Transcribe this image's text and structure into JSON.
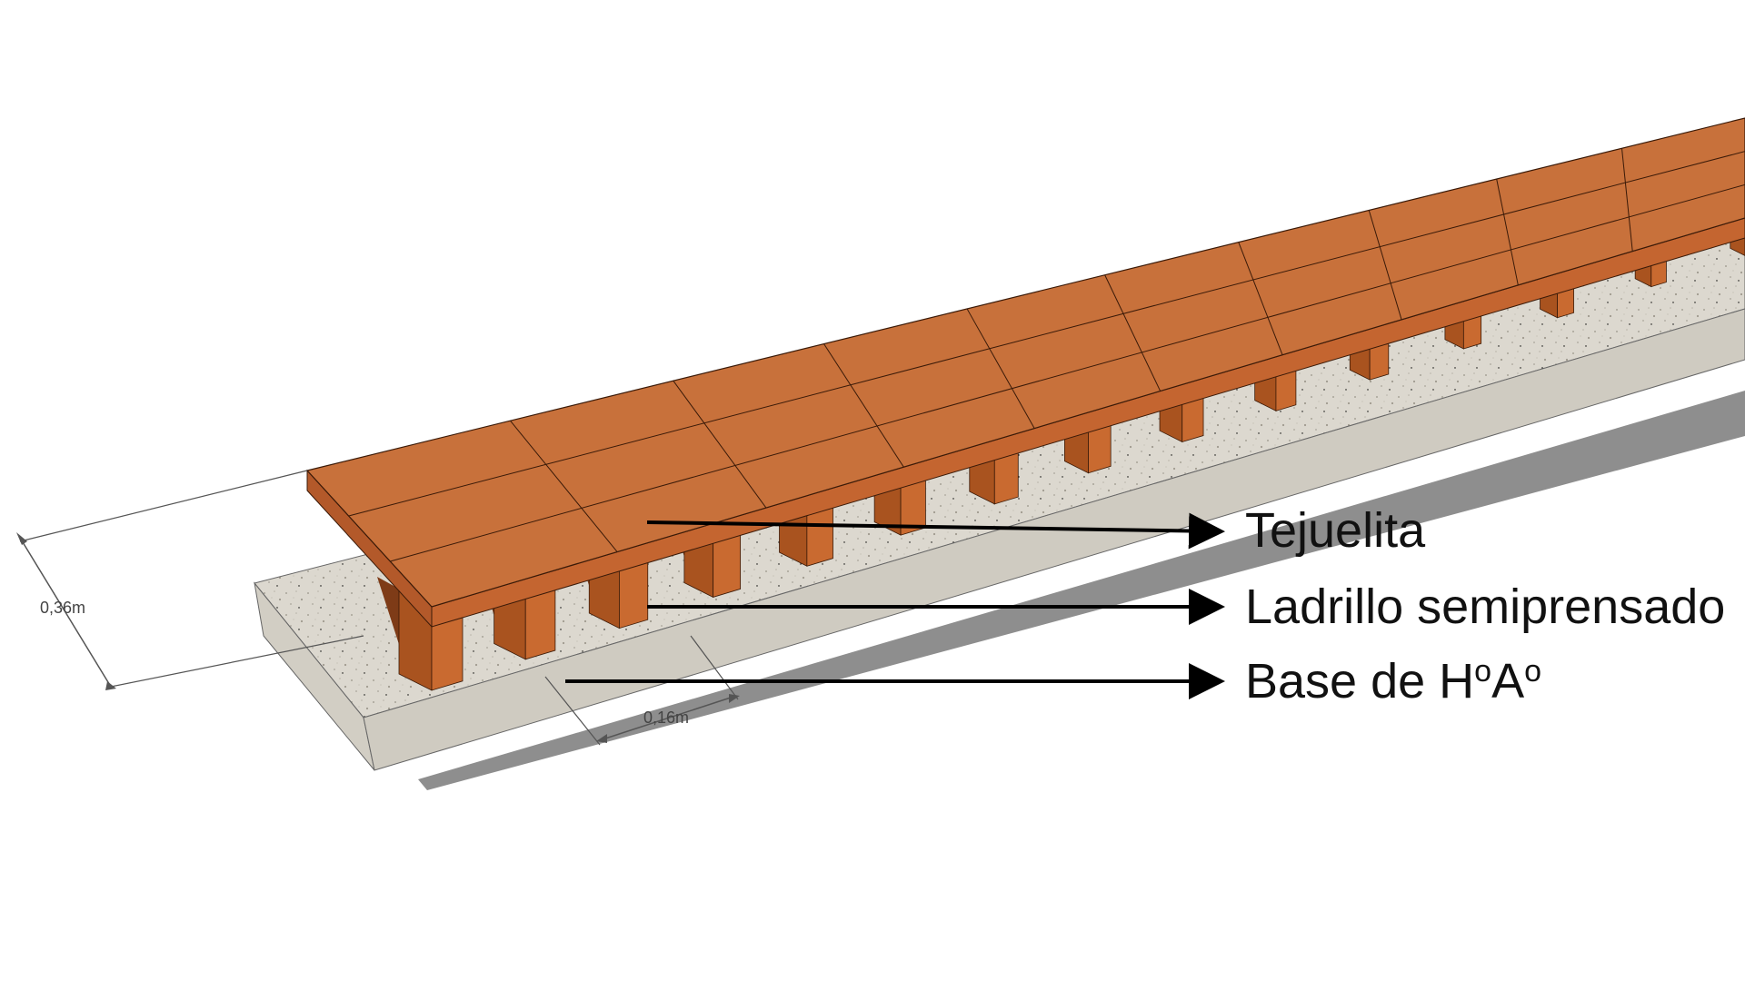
{
  "labels": {
    "tejuelita": "Tejuelita",
    "ladrillo": "Ladrillo semiprensado",
    "base": "Base de H",
    "base_sup_1": "o",
    "base_mid": "A",
    "base_sup_2": "o"
  },
  "dimensions": {
    "height": "0,36m",
    "spacing": "0,16m"
  },
  "colors": {
    "brick_top": "#c8713b",
    "brick_front": "#c96a30",
    "brick_side": "#a9531f",
    "brick_shadow": "#7e3b17",
    "concrete_top": "#dcd8cf",
    "concrete_side": "#c9c5bb",
    "shadow": "#8e8e8e",
    "arrow": "#000000",
    "dimension_line": "#555555"
  },
  "pier_count": 15
}
